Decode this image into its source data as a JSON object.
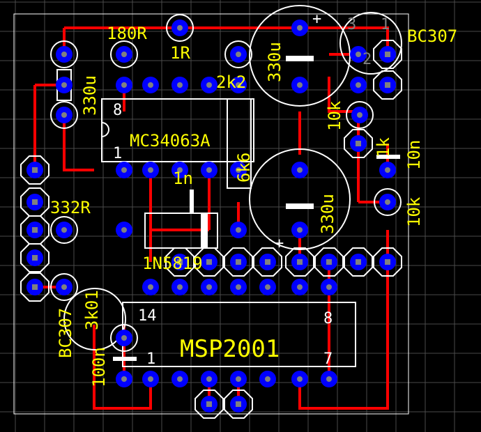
{
  "colors": {
    "background": "#000000",
    "grid": "#4a4a4a",
    "trace": "#ff0000",
    "pad_ring": "#0000ff",
    "pad_outline": "#ffffff",
    "silkscreen": "#ffffff",
    "label": "#ffff00",
    "drill": "#808080"
  },
  "icons": {
    "pad": "round-pad-icon",
    "square_pad": "square-pad-icon",
    "capacitor": "capacitor-icon",
    "resistor": "resistor-icon",
    "diode": "diode-icon",
    "transistor": "transistor-icon",
    "ic": "ic-footprint-icon"
  },
  "labels": {
    "r_180": "180R",
    "r_1": "1R",
    "t_bc307_top": "BC307",
    "c_330u_top_left": "330u",
    "c_330u_top_right": "330u",
    "r_2k2": "2k2",
    "ic1_name": "MC34063A",
    "ic1_pin8": "8",
    "ic1_pin1": "1",
    "r_6k6": "6k6",
    "r_10k_upper": "10k",
    "r_1k": "1k",
    "c_10n": "10n",
    "r_10k_lower": "10k",
    "c_1n": "1n",
    "r_332": "332R",
    "c_330u_bottom": "330u",
    "d_1n5819": "1N5819",
    "t_bc307_bottom": "BC307",
    "r_3k01": "3k01",
    "c_100n": "100n",
    "ic2_name": "MSP2001",
    "ic2_pin14": "14",
    "ic2_pin8": "8",
    "ic2_pin1": "1",
    "ic2_pin7": "7",
    "plus_top": "+",
    "plus_bottom": "+",
    "q_pin3": "3",
    "q_pin1": "1",
    "q_pin2": "2"
  }
}
